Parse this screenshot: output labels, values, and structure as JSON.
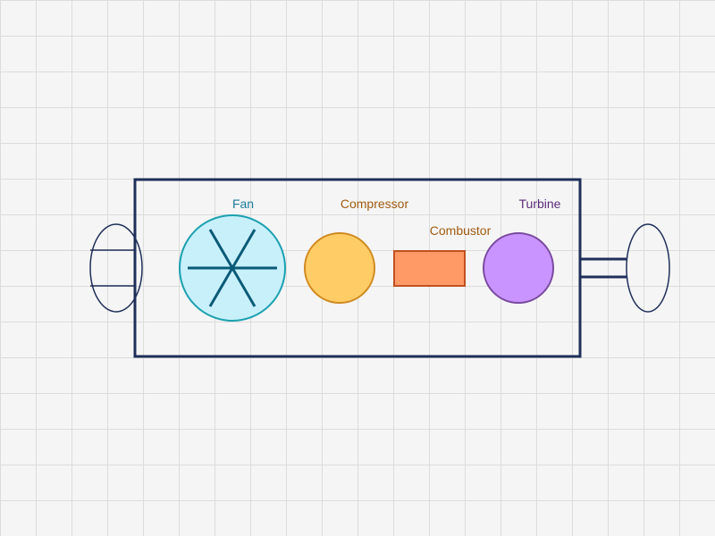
{
  "diagram": {
    "components": {
      "fan": {
        "label": "Fan",
        "color": "#1a7a9a",
        "fill": "#c8f0fb",
        "stroke": "#1aa0b0",
        "blade_color": "#0a5a78"
      },
      "compressor": {
        "label": "Compressor",
        "color": "#a05a10",
        "fill": "#ffcc66",
        "stroke": "#d08a20"
      },
      "combustor": {
        "label": "Combustor",
        "color": "#a05a10",
        "fill": "#ff9966",
        "stroke": "#c05020"
      },
      "turbine": {
        "label": "Turbine",
        "color": "#5a2a7a",
        "fill": "#c994ff",
        "stroke": "#7a4aa0"
      }
    },
    "casing_color": "#1e2f5a",
    "nozzle_color": "#1e2f5a"
  }
}
